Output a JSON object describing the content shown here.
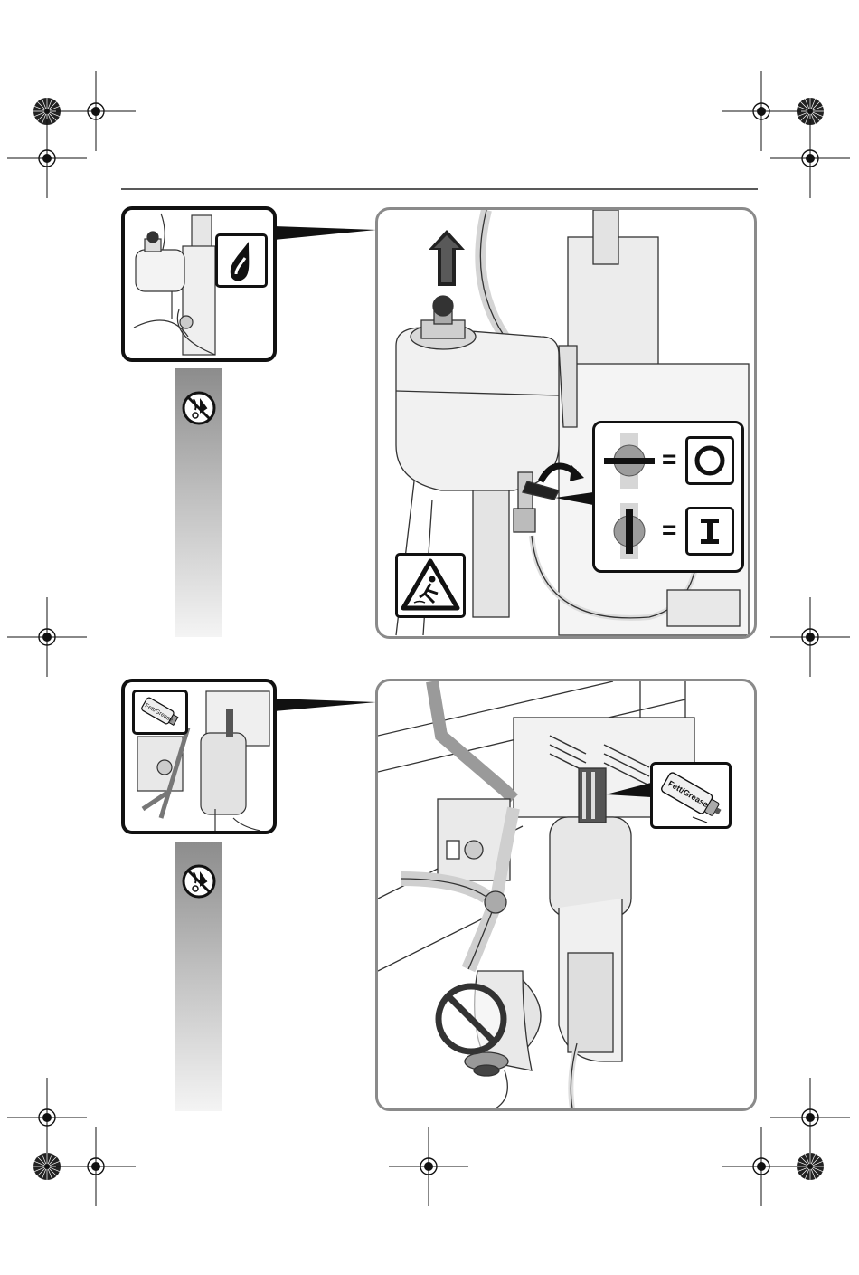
{
  "page": {
    "rule_color": "#222222",
    "panel_border": "#8a8a8a",
    "strip_gradient": [
      "#8c8c8c",
      "#f4f4f4"
    ]
  },
  "top": {
    "thumb_icon": "oil-drop-icon",
    "strip_icon": "no-lubrication-icon",
    "warning_icon": "slippery-floor-warning-icon",
    "valve_states": [
      {
        "icon": "valve-closed-icon",
        "equals": "=",
        "symbol": "O"
      },
      {
        "icon": "valve-open-icon",
        "equals": "=",
        "symbol": "I"
      }
    ]
  },
  "bottom": {
    "thumb_label": "Fett/Grease",
    "callout_label": "Fett/Grease",
    "strip_icon": "no-lubrication-icon",
    "prohibition_icon": "prohibited-icon"
  }
}
